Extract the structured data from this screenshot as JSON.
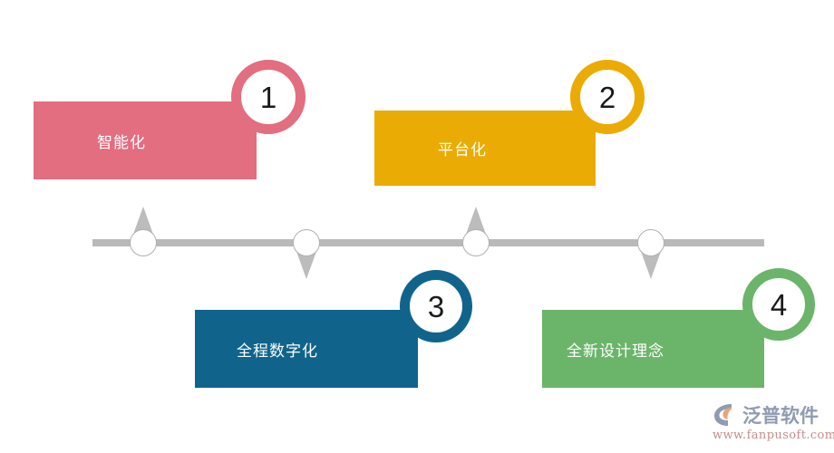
{
  "diagram": {
    "title": "",
    "type": "timeline-process",
    "axis": {
      "color": "#b9b9b9",
      "node_count": 4,
      "node_fill": "#ffffff",
      "node_border": "#b0b0b0",
      "arrow_color": "#bcbcbc"
    },
    "steps": [
      {
        "number": "1",
        "label": "智能化",
        "color": "#e26e80",
        "position": "above",
        "arrow": "up"
      },
      {
        "number": "2",
        "label": "平台化",
        "color": "#eaac04",
        "position": "above",
        "arrow": "up"
      },
      {
        "number": "3",
        "label": "全程数字化",
        "color": "#10648c",
        "position": "below",
        "arrow": "down"
      },
      {
        "number": "4",
        "label": "全新设计理念",
        "color": "#6bb56a",
        "position": "below",
        "arrow": "down"
      }
    ]
  },
  "watermark": {
    "brand": "泛普软件",
    "url": "www.fanpusoft.com",
    "brand_color": "#8f9bb3",
    "url_color": "#c98a8a",
    "mark_color": "#8f9bb3",
    "mark_accent": "#e8a37e"
  }
}
